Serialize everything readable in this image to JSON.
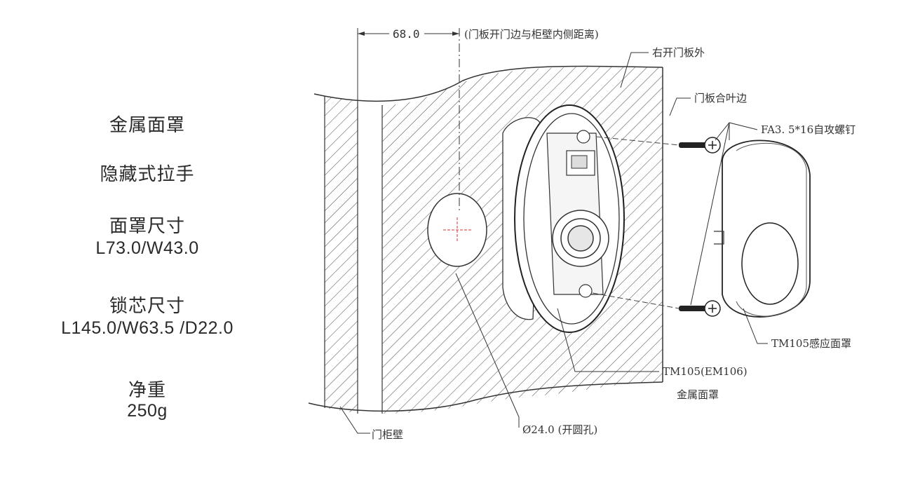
{
  "specs": {
    "faceplate_title": "金属面罩",
    "handle_title": "隐藏式拉手",
    "faceplate_size_title": "面罩尺寸",
    "faceplate_size_value": "L73.0/W43.0",
    "lock_body_title": "锁芯尺寸",
    "lock_body_value": "L145.0/W63.5 /D22.0",
    "weight_title": "净重",
    "weight_value": "250g"
  },
  "callouts": {
    "dimension_value": "68.0",
    "dimension_note": "(门板开门边与柜壁内侧距离)",
    "door_outer": "右开门板外",
    "door_closing_edge": "门板合叶边",
    "screw": "FA3. 5*16自攻螺钉",
    "sensor_cover": "TM105感应面罩",
    "model": "TM105(EM106)",
    "metal_cover": "金属面罩",
    "cabinet_wall": "门柜壁",
    "hole": "Ø24.0 (开圆孔)"
  }
}
